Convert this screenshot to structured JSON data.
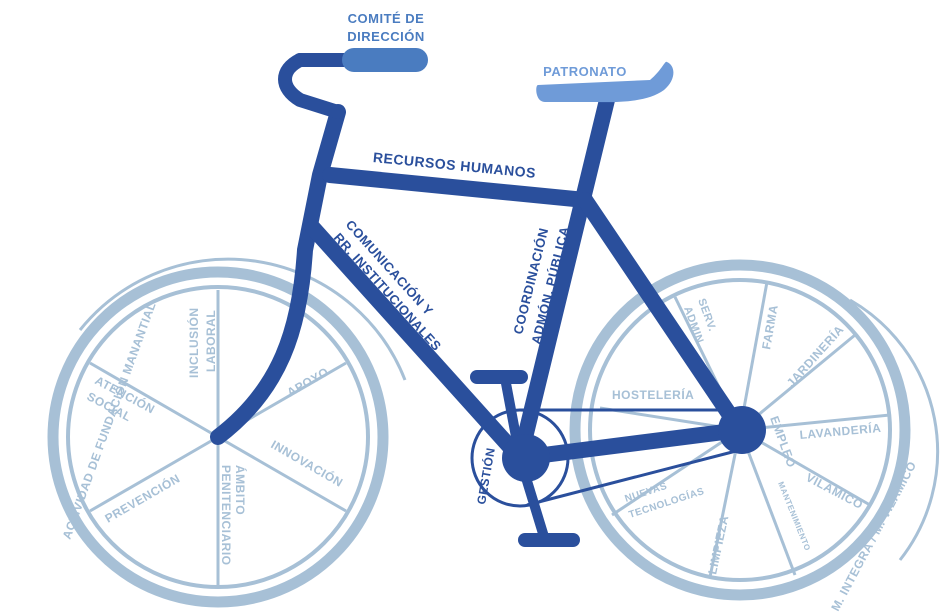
{
  "labels": {
    "comite_line1": "COMITÉ DE",
    "comite_line2": "DIRECCIÓN",
    "patronato": "PATRONATO",
    "recursos_humanos": "RECURSOS HUMANOS",
    "comunicacion_line1": "COMUNICACIÓN Y",
    "comunicacion_line2": "RR. INSTITUCIONALES",
    "coordinacion_line1": "COORDINACIÓN",
    "coordinacion_line2": "ADMÓN. PÚBLICA",
    "gestion": "GESTIÓN",
    "empleo": "EMPLEO"
  },
  "front_wheel": {
    "arc_label": "ACTIVIDAD DE FUNDACIÓN MANANTIAL",
    "segments": {
      "inclusion_line1": "INCLUSIÓN",
      "inclusion_line2": "LABORAL",
      "apoyo": "APOYO",
      "atencion_line1": "ATENCIÓN",
      "atencion_line2": "SOCIAL",
      "innovacion": "INNOVACIÓN",
      "prevencion": "PREVENCIÓN",
      "ambito_line1": "ÁMBITO",
      "ambito_line2": "PENITENCIARIO"
    }
  },
  "rear_wheel": {
    "arc_label": "M. INTEGRA / M. VILAMICO",
    "segments": {
      "serv_line1": "SERV.",
      "serv_line2": "ADMIN.",
      "farma": "FARMA",
      "jardineria": "JARDINERÍA",
      "hosteleria": "HOSTELERÍA",
      "lavanderia": "LAVANDERÍA",
      "vilamico": "VILAMICO",
      "mantenimiento": "MANTENIMIENTO",
      "limpieza": "LIMPIEZA",
      "nuevas_line1": "NUEVAS",
      "nuevas_line2": "TECNOLOGÍAS"
    }
  },
  "colors": {
    "frame": "#2a4f9c",
    "handlebar_grip": "#4a7cc0",
    "saddle": "#6f9bd8",
    "wheel": "#a7c0d6"
  }
}
